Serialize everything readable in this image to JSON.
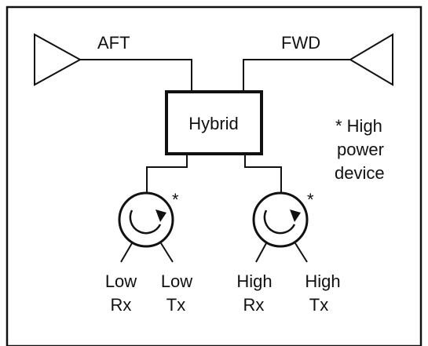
{
  "diagram": {
    "antennas": {
      "aft_label": "AFT",
      "fwd_label": "FWD"
    },
    "hybrid": {
      "label": "Hybrid"
    },
    "note": {
      "line1": "* High",
      "line2": "power",
      "line3": "device"
    },
    "circulators": {
      "left": {
        "star": "*",
        "port_a_line1": "Low",
        "port_a_line2": "Rx",
        "port_b_line1": "Low",
        "port_b_line2": "Tx"
      },
      "right": {
        "star": "*",
        "port_a_line1": "High",
        "port_a_line2": "Rx",
        "port_b_line1": "High",
        "port_b_line2": "Tx"
      }
    }
  }
}
